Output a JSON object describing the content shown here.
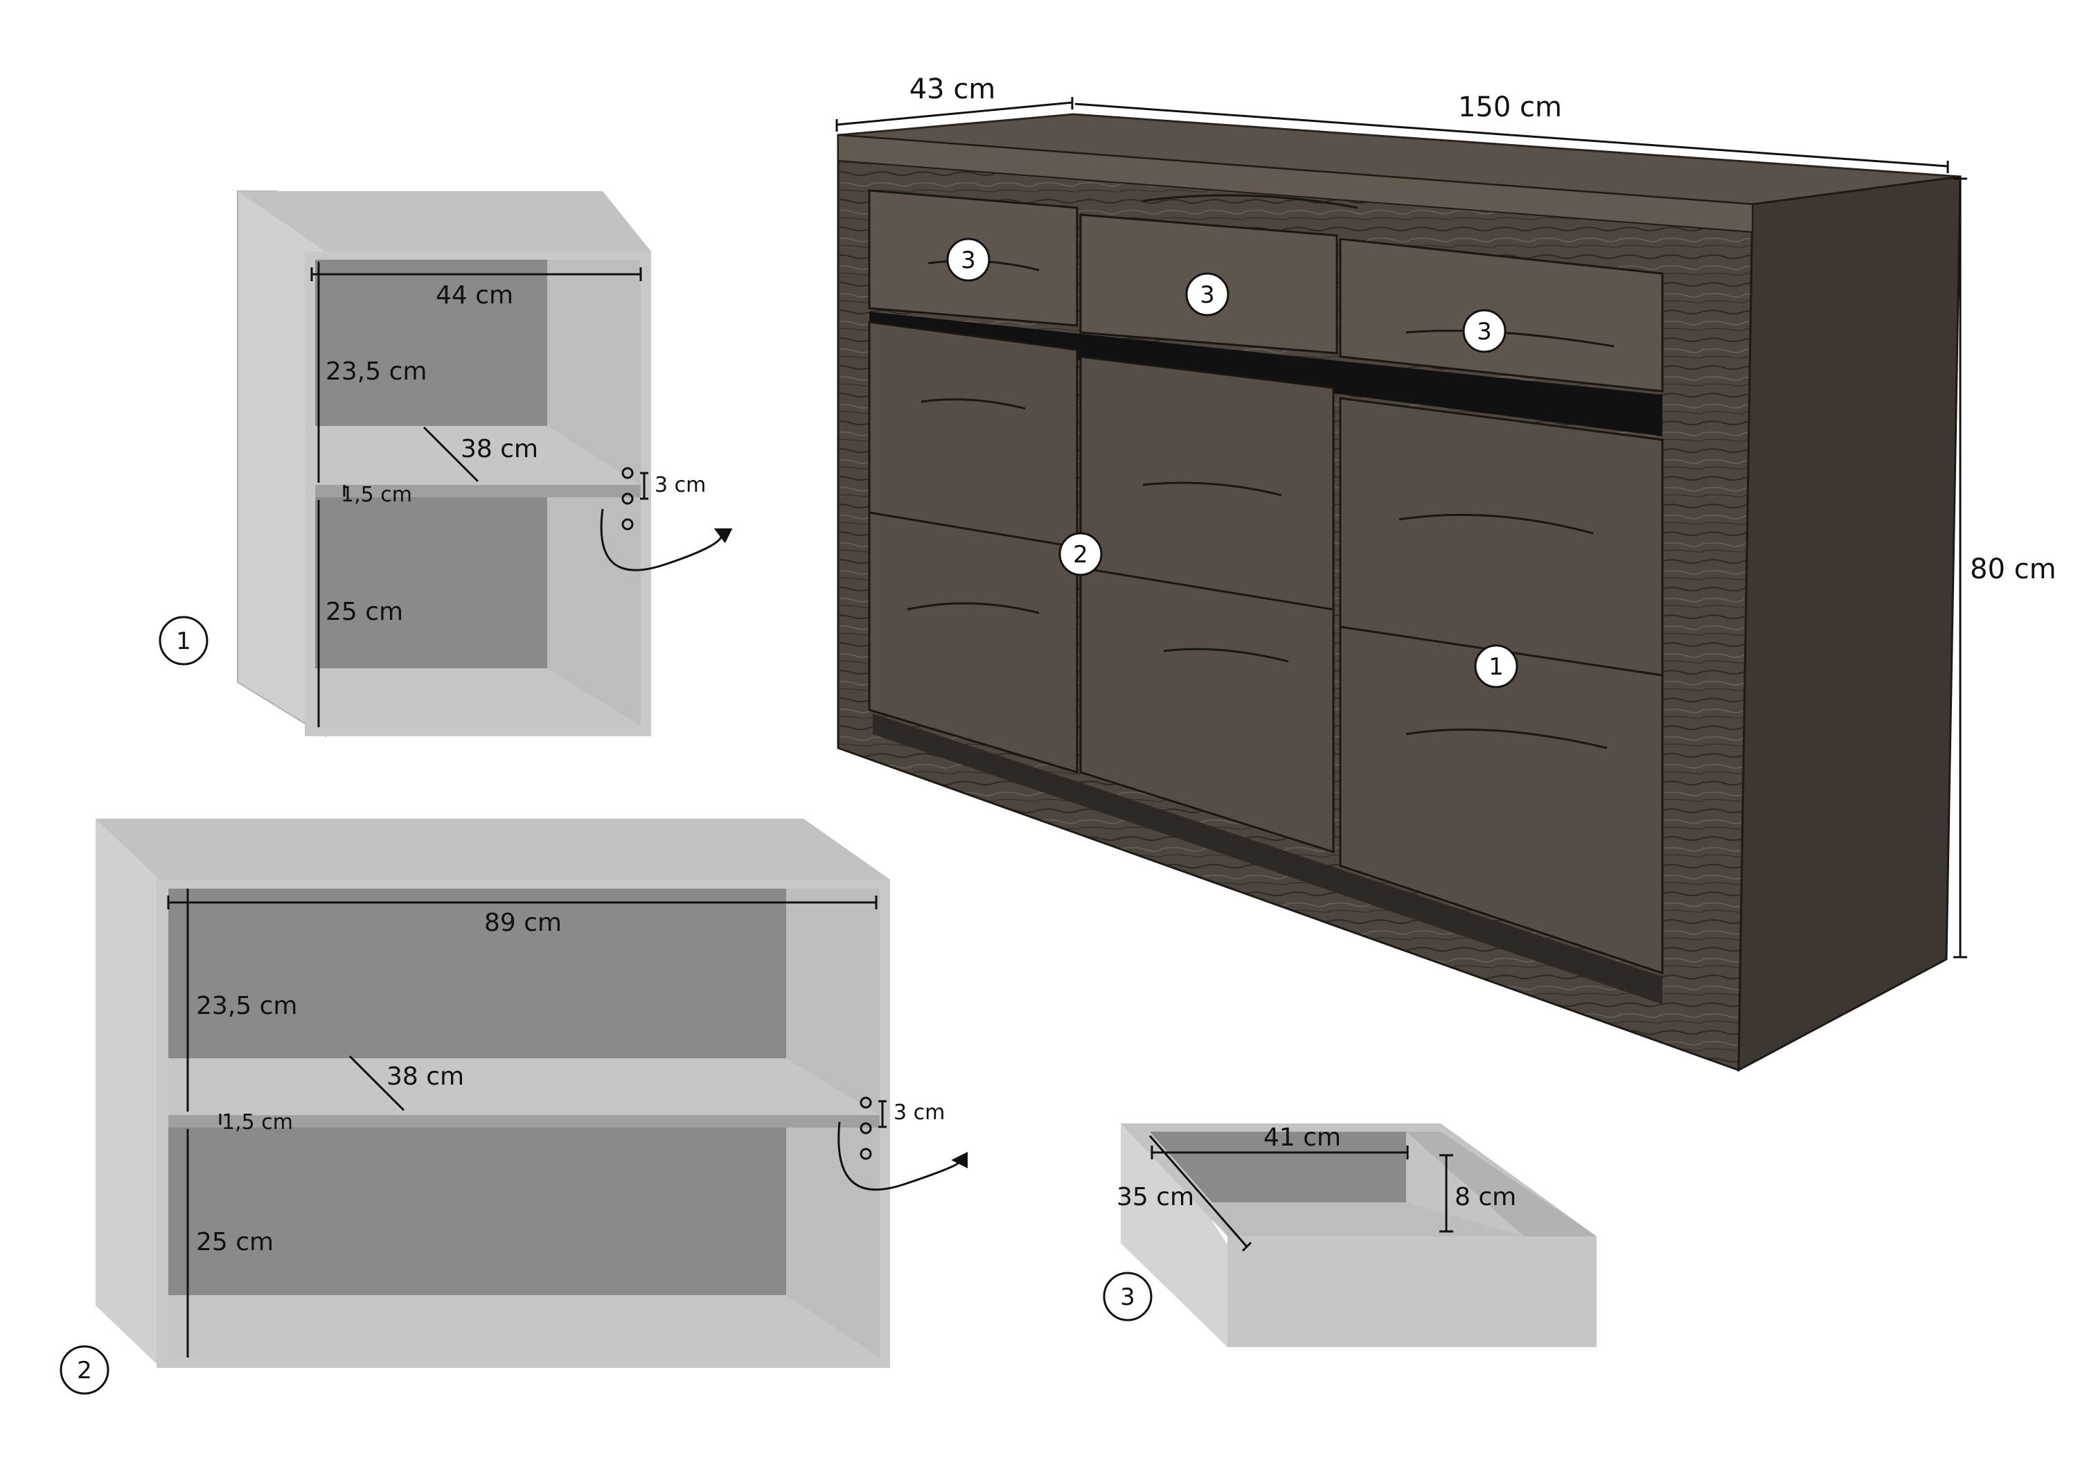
{
  "sideboard": {
    "depth_label": "43 cm",
    "width_label": "150 cm",
    "height_label": "80 cm",
    "callouts": {
      "door": "1",
      "center_doors": "2",
      "drawer": "3"
    }
  },
  "detail_1": {
    "number": "1",
    "width_label": "44 cm",
    "upper_height_label": "23,5 cm",
    "shelf_depth_label": "38 cm",
    "shelf_thickness_label": "1,5 cm",
    "hole_spacing_label": "3 cm",
    "lower_height_label": "25 cm"
  },
  "detail_2": {
    "number": "2",
    "width_label": "89 cm",
    "upper_height_label": "23,5 cm",
    "shelf_depth_label": "38 cm",
    "shelf_thickness_label": "1,5 cm",
    "hole_spacing_label": "3 cm",
    "lower_height_label": "25 cm"
  },
  "detail_3": {
    "number": "3",
    "width_label": "41 cm",
    "depth_label": "35 cm",
    "height_label": "8 cm"
  },
  "colors": {
    "panel_light": "#c8c8c8",
    "panel_mid": "#a9a9a9",
    "panel_dark": "#8a8a8a",
    "wood_dark": "#3a3530",
    "wood_mid": "#5a524a",
    "wood_light": "#7a7068"
  }
}
